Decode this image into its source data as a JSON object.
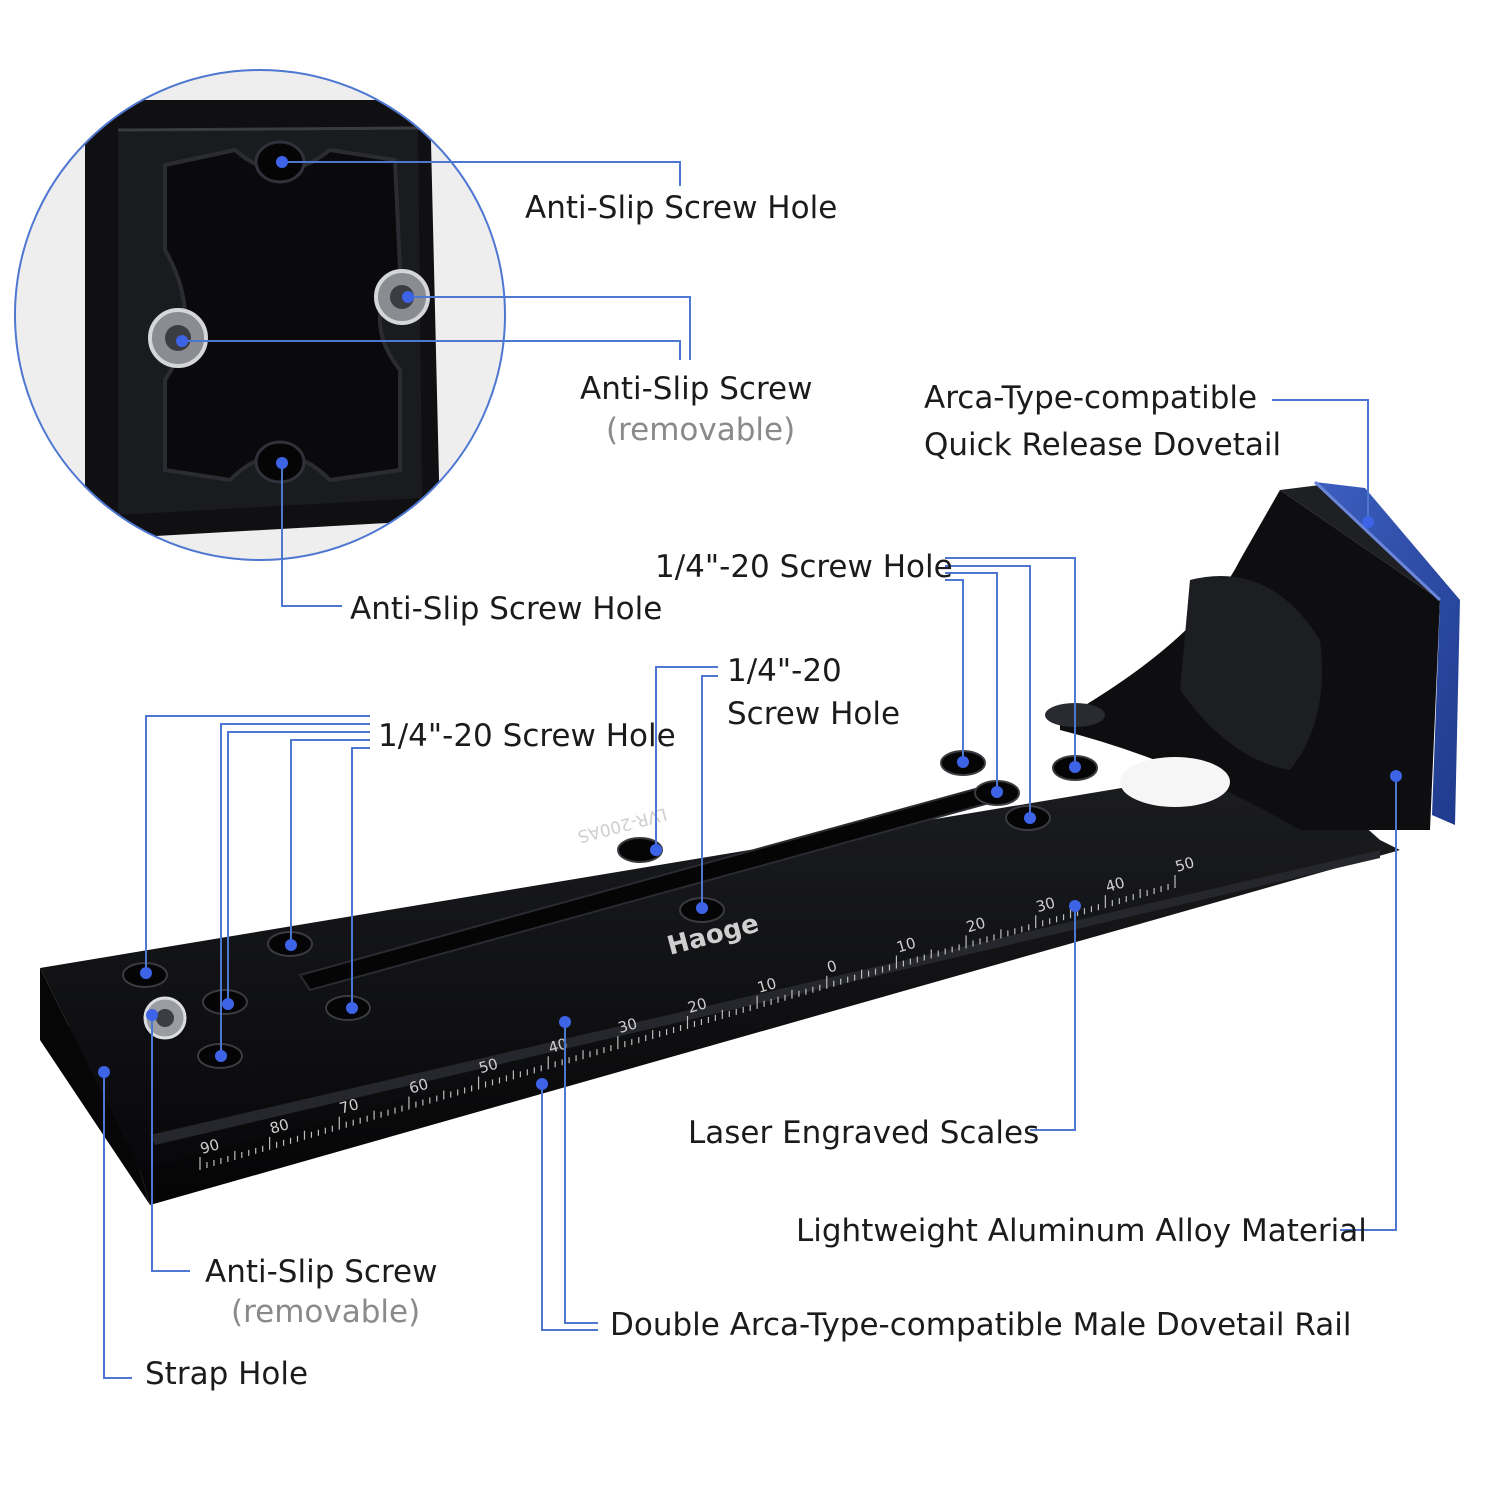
{
  "colors": {
    "leader": "#4d77d1",
    "dot": "#3d63e6",
    "metal": "#0d0d0f",
    "dovetail": "#2f4fa8",
    "label": "#1b1b1b",
    "label_secondary": "#8a8a8a"
  },
  "product": {
    "brand": "Haoge",
    "model": "LVR-200AS"
  },
  "scale": {
    "front_ticks": [
      "90",
      "80",
      "70",
      "60",
      "50",
      "40",
      "30",
      "20",
      "10",
      "0",
      "10",
      "20",
      "30",
      "40",
      "50"
    ]
  },
  "labels": {
    "inset_top_hole": "Anti-Slip Screw Hole",
    "inset_screw_title": "Anti-Slip Screw",
    "inset_screw_sub": "(removable)",
    "inset_bottom_hole": "Anti-Slip Screw Hole",
    "arca_line1": "Arca-Type-compatible",
    "arca_line2": "Quick Release Dovetail",
    "screw_hole_right": "1/4\"-20 Screw Hole",
    "screw_hole_mid_line1": "1/4\"-20",
    "screw_hole_mid_line2": "Screw Hole",
    "screw_hole_left": "1/4\"-20 Screw Hole",
    "laser_scales": "Laser Engraved Scales",
    "material": "Lightweight Aluminum Alloy Material",
    "front_screw_title": "Anti-Slip Screw",
    "front_screw_sub": "(removable)",
    "dovetail_rail": "Double Arca-Type-compatible Male Dovetail Rail",
    "strap_hole": "Strap Hole"
  }
}
